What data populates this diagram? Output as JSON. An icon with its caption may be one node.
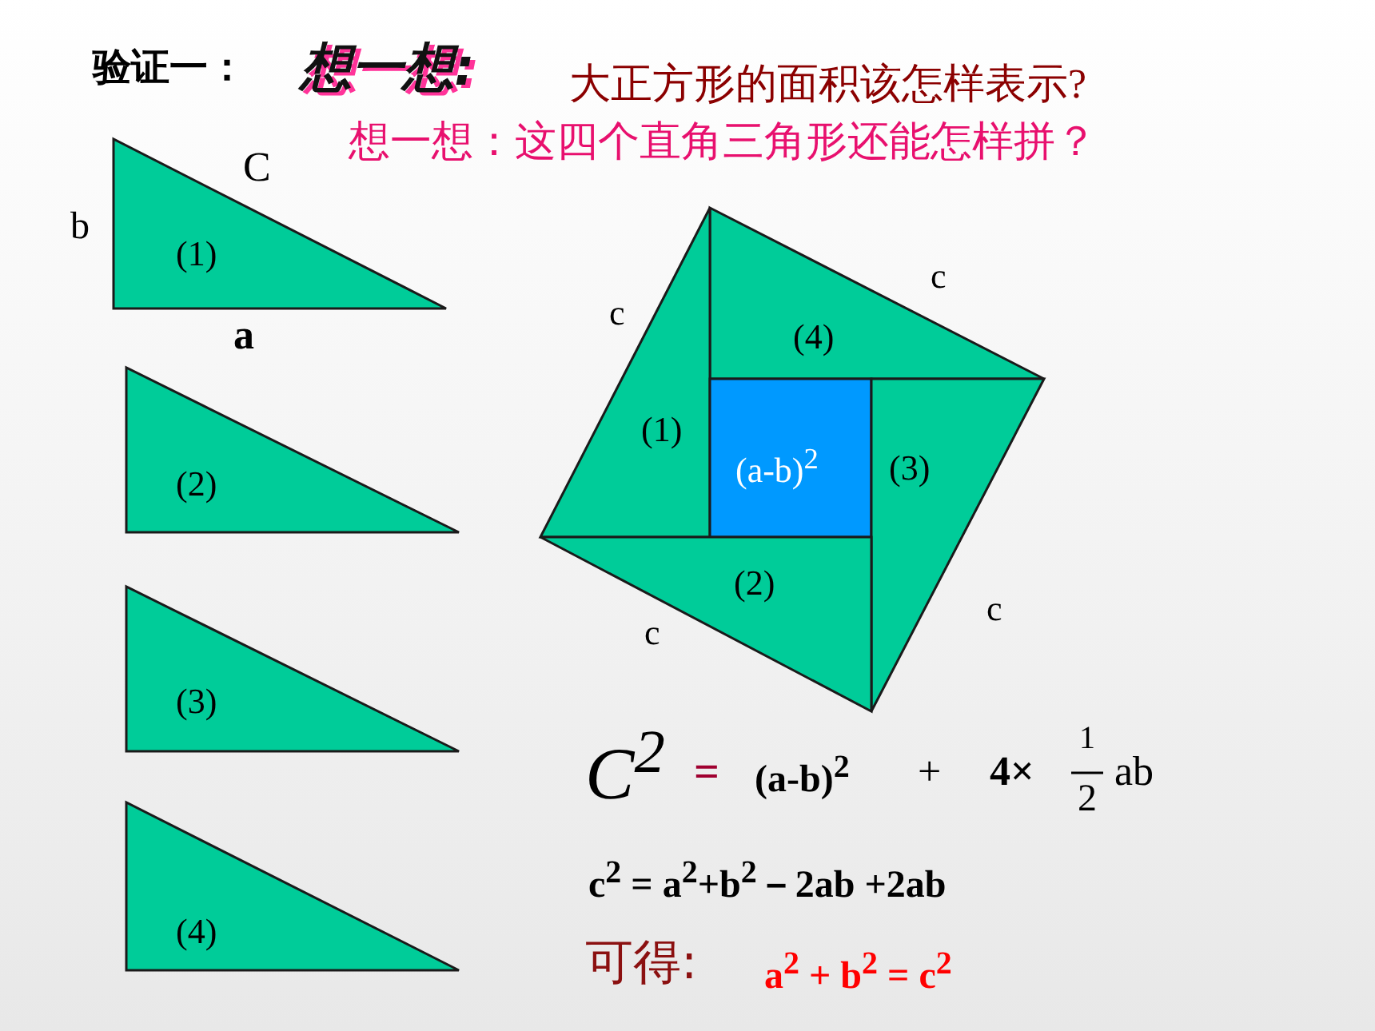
{
  "diagram": {
    "nodes": [
      {
        "text": [
          "(1)"
        ],
        "beside": [
          "C",
          "b",
          "a"
        ]
      },
      {
        "text": [
          "(2)"
        ]
      },
      {
        "text": [
          "(3)"
        ]
      },
      {
        "text": [
          "(4)"
        ]
      },
      {
        "text": [
          "(4)"
        ],
        "beside": [
          "c"
        ]
      },
      {
        "text": [
          "(1)"
        ],
        "beside": [
          "c"
        ]
      },
      {
        "text": [
          "(a-b)$^{2}$"
        ]
      },
      {
        "text": [
          "(3)"
        ],
        "beside": [
          "c"
        ]
      },
      {
        "text": [
          "(2)"
        ],
        "beside": [
          "c"
        ]
      }
    ],
    "edges": [],
    "labels": [
      "验证一：",
      "想一想:",
      "大正方形的面积该怎样表示?",
      "想一想：这四个直角三角形还能怎样拼？",
      "C$^{2}$",
      "=",
      "(a-b)$^{2}$",
      "+",
      "4×",
      "1",
      "2",
      "ab",
      "c$^{2}$ = a$^{2}$+b$^{2}$－2ab +2ab",
      "可得:",
      "a$^{2}$ + b$^{2}$ = c$^{2}$"
    ]
  }
}
